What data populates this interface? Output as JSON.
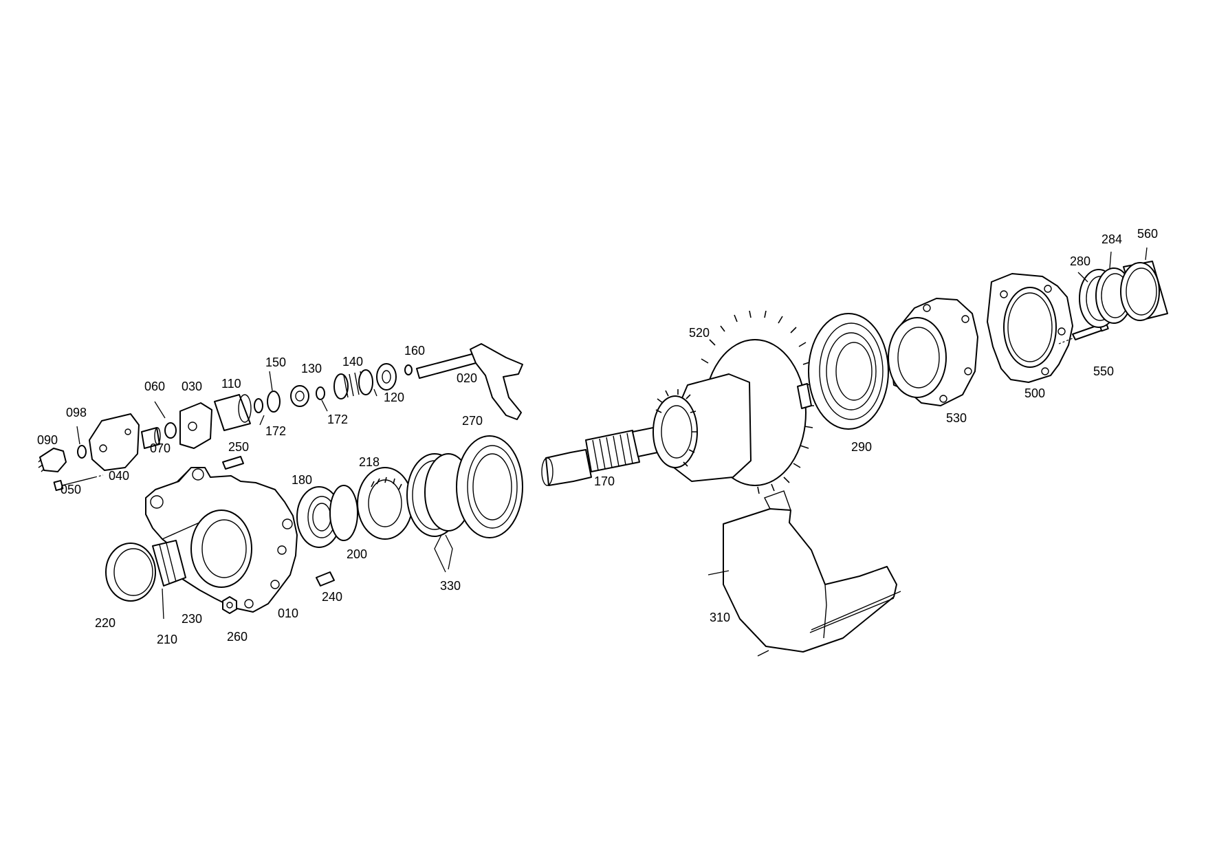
{
  "labels": {
    "p010": "010",
    "p020": "020",
    "p030": "030",
    "p040": "040",
    "p050": "050",
    "p060": "060",
    "p070": "070",
    "p090": "090",
    "p098": "098",
    "p110": "110",
    "p120": "120",
    "p130": "130",
    "p140": "140",
    "p150": "150",
    "p160": "160",
    "p170": "170",
    "p172a": "172",
    "p172b": "172",
    "p180": "180",
    "p200": "200",
    "p210": "210",
    "p218": "218",
    "p220": "220",
    "p230": "230",
    "p240": "240",
    "p250": "250",
    "p260": "260",
    "p270": "270",
    "p280": "280",
    "p284": "284",
    "p290": "290",
    "p310": "310",
    "p330": "330",
    "p500": "500",
    "p520": "520",
    "p530": "530",
    "p550": "550",
    "p560": "560"
  }
}
